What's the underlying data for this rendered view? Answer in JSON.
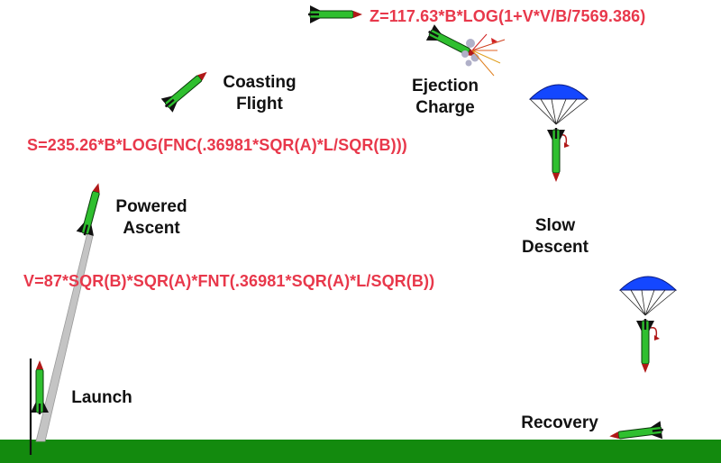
{
  "colors": {
    "background": "#ffffff",
    "ground": "#138a0e",
    "formula_text": "#e8384b",
    "label_text": "#111111",
    "rocket_body": "#2fbf2f",
    "rocket_fin": "#111111",
    "nose_cone": "#b01818",
    "parachute": "#1447ff",
    "smoke_trail": "#c4c4c4"
  },
  "stages": {
    "launch": "Launch",
    "powered_ascent": [
      "Powered",
      "Ascent"
    ],
    "coasting_flight": [
      "Coasting",
      "Flight"
    ],
    "ejection_charge": [
      "Ejection",
      "Charge"
    ],
    "slow_descent": [
      "Slow",
      "Descent"
    ],
    "recovery": "Recovery"
  },
  "formulas": {
    "altitude_z": "Z=117.63*B*LOG(1+V*V/B/7569.386)",
    "distance_s": "S=235.26*B*LOG(FNC(.36981*SQR(A)*L/SQR(B)))",
    "velocity_v": "V=87*SQR(B)*SQR(A)*FNT(.36981*SQR(A)*L/SQR(B))"
  },
  "icons": [
    "rocket-icon",
    "parachute-icon",
    "launch-rod-icon",
    "explosion-icon",
    "smoke-trail-icon"
  ]
}
